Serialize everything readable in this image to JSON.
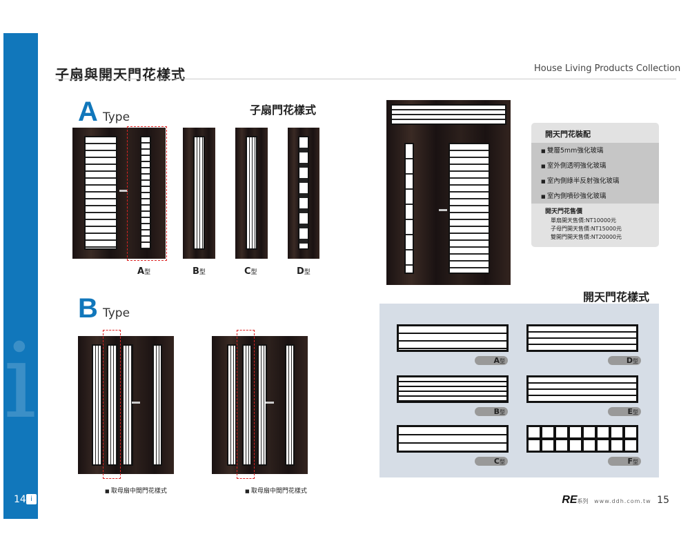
{
  "header": {
    "title": "子扇與開天門花樣式",
    "subtitle": "House Living Products Collection"
  },
  "section_a": {
    "letter": "A",
    "type_label": "Type",
    "heading": "子扇門花樣式",
    "labels": [
      {
        "letter": "A",
        "suffix": "型"
      },
      {
        "letter": "B",
        "suffix": "型"
      },
      {
        "letter": "C",
        "suffix": "型"
      },
      {
        "letter": "D",
        "suffix": "型"
      }
    ]
  },
  "section_b": {
    "letter": "B",
    "type_label": "Type",
    "captions": [
      "取母扇中間門花樣式",
      "取母扇中間門花樣式"
    ]
  },
  "info": {
    "title": "開天門花裝配",
    "features": [
      "雙層5mm強化玻璃",
      "室外側透明強化玻璃",
      "室內側綠半反射強化玻璃",
      "室內側噴砂強化玻璃"
    ],
    "price_title": "開天門花售價",
    "prices": [
      "單扇開天售價:NT10000元",
      "子母門開天售價:NT15000元",
      "雙開門開天售價:NT20000元"
    ]
  },
  "transom": {
    "heading": "開天門花樣式",
    "labels": [
      {
        "letter": "A",
        "suffix": "型"
      },
      {
        "letter": "D",
        "suffix": "型"
      },
      {
        "letter": "B",
        "suffix": "型"
      },
      {
        "letter": "E",
        "suffix": "型"
      },
      {
        "letter": "C",
        "suffix": "型"
      },
      {
        "letter": "F",
        "suffix": "型"
      }
    ]
  },
  "footer": {
    "page_left": "14",
    "page_right": "15",
    "brand": "RE",
    "series": "系列",
    "url": "www.ddh.com.tw"
  }
}
